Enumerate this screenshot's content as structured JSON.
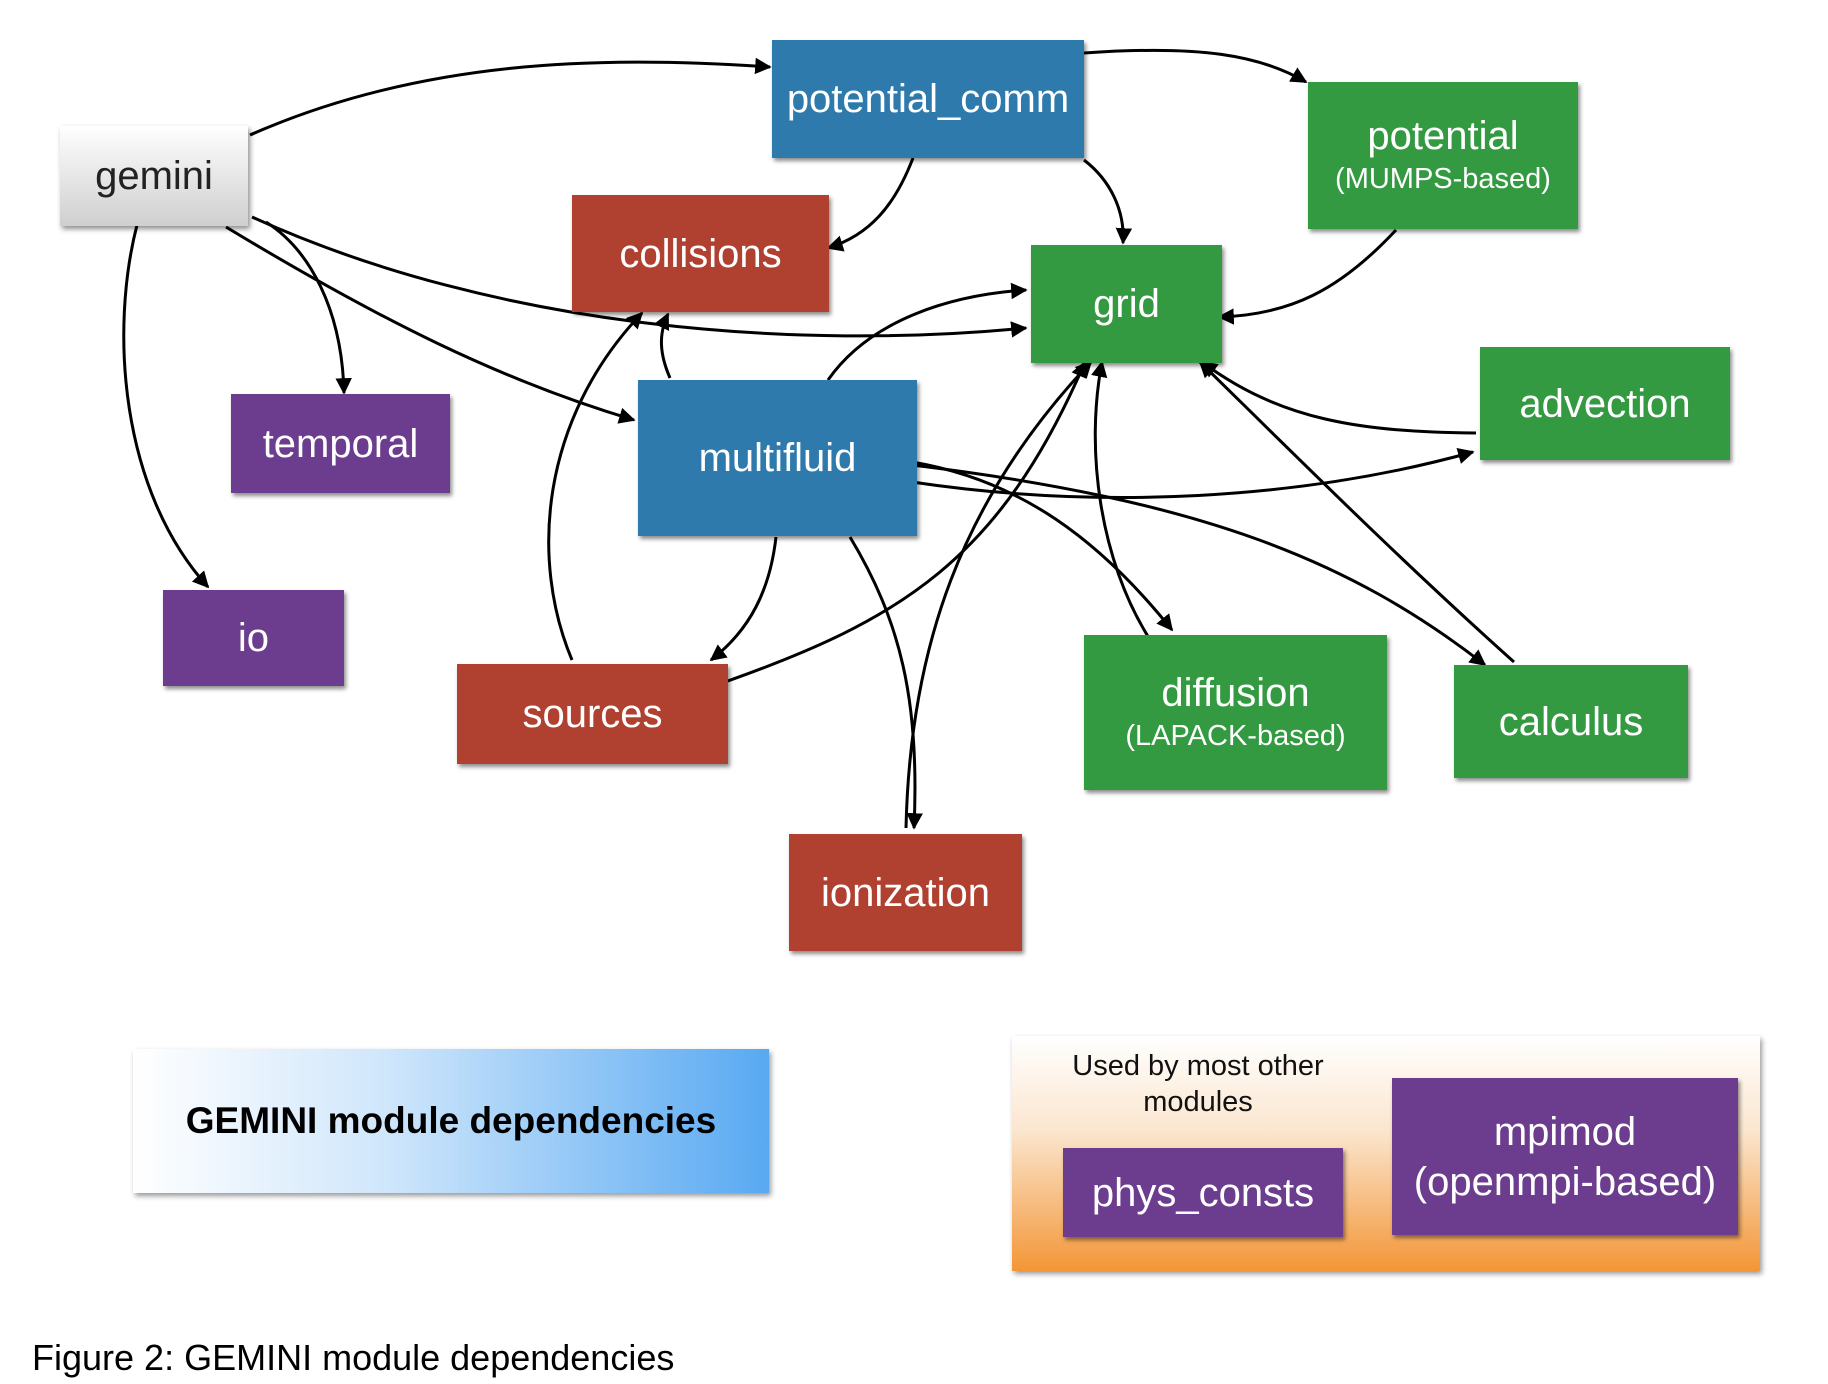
{
  "nodes": {
    "gemini": {
      "label": "gemini"
    },
    "potential_comm": {
      "label": "potential_comm"
    },
    "potential": {
      "label": "potential",
      "sublabel": "(MUMPS-based)"
    },
    "collisions": {
      "label": "collisions"
    },
    "grid": {
      "label": "grid"
    },
    "temporal": {
      "label": "temporal"
    },
    "multifluid": {
      "label": "multifluid"
    },
    "advection": {
      "label": "advection"
    },
    "io": {
      "label": "io"
    },
    "sources": {
      "label": "sources"
    },
    "diffusion": {
      "label": "diffusion",
      "sublabel": "(LAPACK-based)"
    },
    "calculus": {
      "label": "calculus"
    },
    "ionization": {
      "label": "ionization"
    }
  },
  "edges": [
    {
      "from": "gemini",
      "to": "potential_comm"
    },
    {
      "from": "gemini",
      "to": "temporal"
    },
    {
      "from": "gemini",
      "to": "io"
    },
    {
      "from": "gemini",
      "to": "multifluid"
    },
    {
      "from": "gemini",
      "to": "grid"
    },
    {
      "from": "potential_comm",
      "to": "potential"
    },
    {
      "from": "potential_comm",
      "to": "collisions"
    },
    {
      "from": "potential_comm",
      "to": "grid"
    },
    {
      "from": "potential",
      "to": "grid"
    },
    {
      "from": "multifluid",
      "to": "collisions"
    },
    {
      "from": "multifluid",
      "to": "grid"
    },
    {
      "from": "multifluid",
      "to": "advection"
    },
    {
      "from": "multifluid",
      "to": "diffusion"
    },
    {
      "from": "multifluid",
      "to": "calculus"
    },
    {
      "from": "multifluid",
      "to": "sources"
    },
    {
      "from": "multifluid",
      "to": "ionization"
    },
    {
      "from": "sources",
      "to": "collisions"
    },
    {
      "from": "sources",
      "to": "grid"
    },
    {
      "from": "advection",
      "to": "grid"
    },
    {
      "from": "diffusion",
      "to": "grid"
    },
    {
      "from": "calculus",
      "to": "grid"
    },
    {
      "from": "ionization",
      "to": "grid"
    }
  ],
  "colors": {
    "core_blue": "#2f7aac",
    "physics_red": "#b0402f",
    "numerics_green": "#339a42",
    "util_purple": "#6c3d8f",
    "legend_orange": "#f39637",
    "title_blue": "#58a9f2"
  },
  "title_box": {
    "text": "GEMINI module dependencies"
  },
  "legend": {
    "note": "Used by most other modules",
    "phys_consts": {
      "label": "phys_consts"
    },
    "mpimod": {
      "label": "mpimod",
      "sublabel": "(openmpi-based)"
    }
  },
  "caption": "Figure 2:  GEMINI module dependencies"
}
